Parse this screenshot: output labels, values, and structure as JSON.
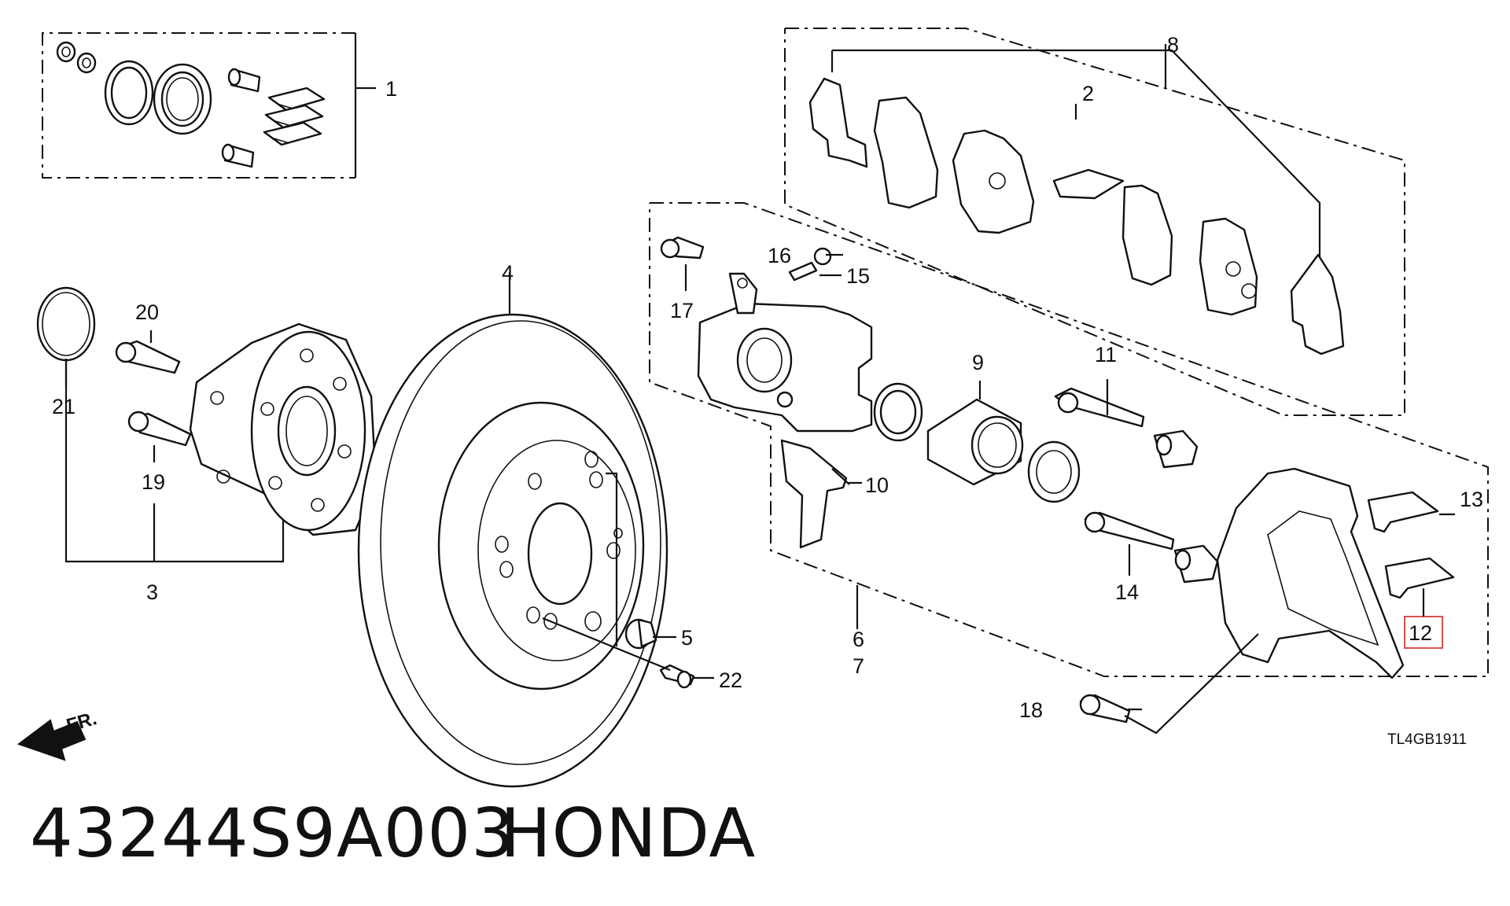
{
  "diagram": {
    "callouts": [
      "1",
      "2",
      "3",
      "4",
      "5",
      "6",
      "7",
      "8",
      "9",
      "10",
      "11",
      "12",
      "13",
      "14",
      "15",
      "16",
      "17",
      "18",
      "19",
      "20",
      "21",
      "22"
    ],
    "highlighted_callout": "12",
    "highlight_color": "#d9534f",
    "direction_label": "FR.",
    "drawing_code": "TL4GB1911"
  },
  "footer": {
    "part_number": "43244S9A003",
    "brand": "HONDA"
  }
}
